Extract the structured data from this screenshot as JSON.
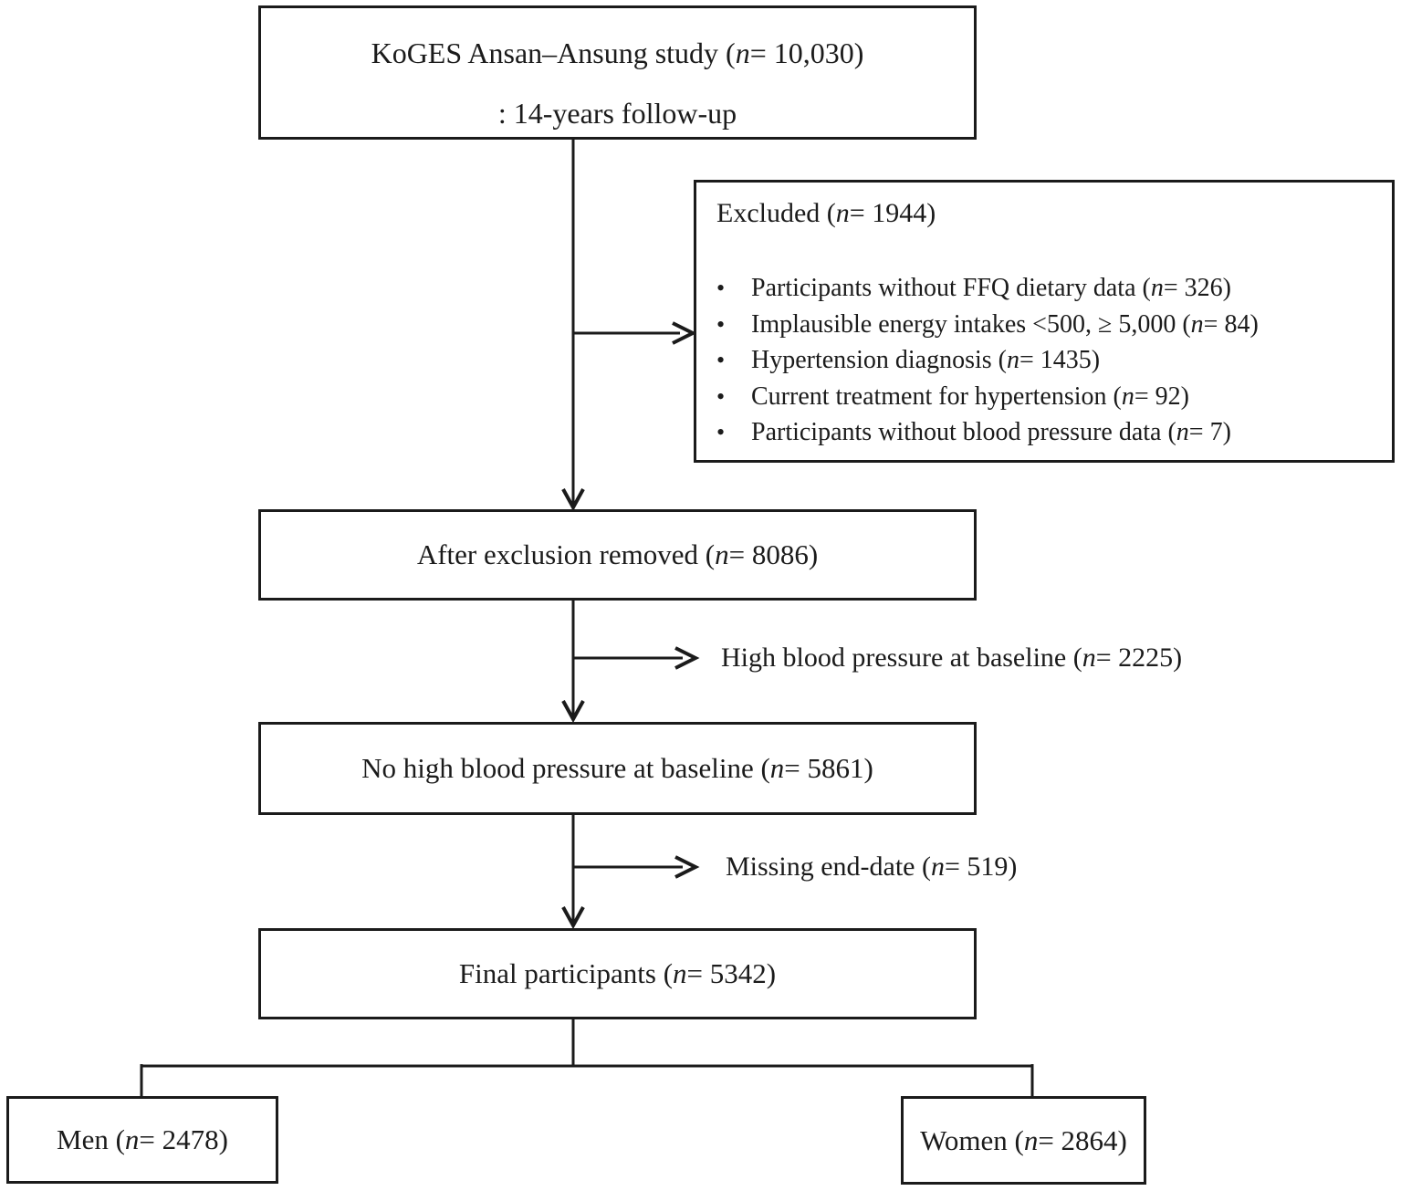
{
  "theme": {
    "ink": "#1b1b1b",
    "bg": "#ffffff"
  },
  "study_box": {
    "line1_prefix": "KoGES Ansan–Ansung study (",
    "n": "n",
    "line1_suffix": "= 10,030)",
    "line2": ": 14-years follow-up"
  },
  "excluded": {
    "title_prefix": "Excluded (",
    "n": "n",
    "title_suffix": "= 1944)",
    "bullet_char": "•",
    "items": [
      {
        "prefix": "Participants without FFQ dietary data (",
        "n": "n",
        "suffix": "= 326)"
      },
      {
        "prefix": "Implausible energy intakes <500, ≥ 5,000 (",
        "n": "n",
        "suffix": "= 84)"
      },
      {
        "prefix": "Hypertension diagnosis (",
        "n": "n",
        "suffix": "= 1435)"
      },
      {
        "prefix": "Current treatment for hypertension (",
        "n": "n",
        "suffix": "= 92)"
      },
      {
        "prefix": "Participants without blood pressure data (",
        "n": "n",
        "suffix": "= 7)"
      }
    ]
  },
  "after_exclusion_box": {
    "prefix": "After exclusion removed (",
    "n": "n",
    "suffix": "= 8086)"
  },
  "branch_high_bp": {
    "prefix": "High blood pressure at baseline (",
    "n": "n",
    "suffix": "= 2225)"
  },
  "no_hbp_box": {
    "prefix": "No high blood pressure at baseline (",
    "n": "n",
    "suffix": "= 5861)"
  },
  "branch_missing": {
    "prefix": "Missing end-date (",
    "n": "n",
    "suffix": "= 519)"
  },
  "final_box": {
    "prefix": "Final participants (",
    "n": "n",
    "suffix": "= 5342)"
  },
  "men_box": {
    "prefix": "Men (",
    "n": "n",
    "suffix": "= 2478)"
  },
  "women_box": {
    "prefix": "Women (",
    "n": "n",
    "suffix": "= 2864)"
  }
}
